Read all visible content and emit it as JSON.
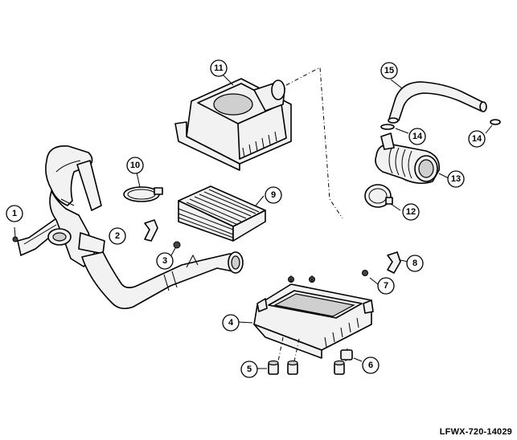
{
  "figure_code": "LFWX-720-14029",
  "callouts": [
    "1",
    "2",
    "3",
    "4",
    "5",
    "6",
    "7",
    "8",
    "9",
    "10",
    "11",
    "12",
    "13",
    "14",
    "14",
    "15"
  ]
}
